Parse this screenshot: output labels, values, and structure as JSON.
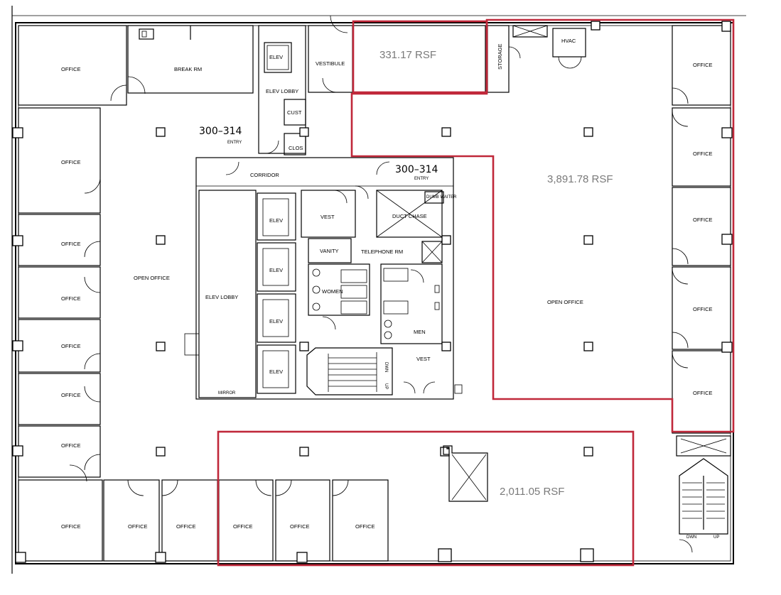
{
  "areas": {
    "vestibule_suite": "331.17 RSF",
    "east_suite": "3,891.78 RSF",
    "south_suite": "2,011.05 RSF"
  },
  "entries": {
    "west_number": "300–314",
    "west_label": "ENTRY",
    "east_number": "300–314",
    "east_label": "ENTRY"
  },
  "rooms": {
    "office": "OFFICE",
    "break_room": "BREAK RM",
    "open_office": "OPEN OFFICE",
    "elev": "ELEV",
    "elev_lobby_top": "ELEV LOBBY",
    "elev_lobby_main": "ELEV LOBBY",
    "vestibule": "VESTIBULE",
    "storage": "STORAGE",
    "hvac": "HVAC",
    "corridor": "CORRIDOR",
    "cust": "CUST",
    "clos": "CLOS",
    "vest": "VEST",
    "vanity": "VANITY",
    "duct_chase": "DUCT CHASE",
    "dumb_waiter": "DUMB WAITER",
    "telephone_rm": "TELEPHONE RM",
    "women": "WOMEN",
    "men": "MEN",
    "mirror": "MIRROR",
    "dwn": "DWN",
    "up": "UP"
  },
  "colors": {
    "suite_outline": "#c0283a",
    "area_text": "#7a7a7a",
    "walls": "#000000"
  }
}
